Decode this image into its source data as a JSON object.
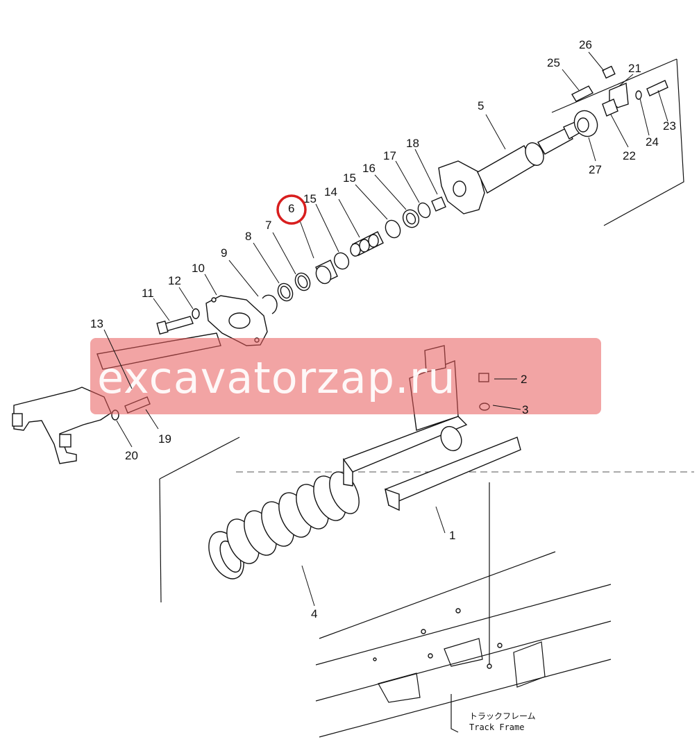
{
  "diagram": {
    "callouts": [
      {
        "id": "1",
        "label": "1"
      },
      {
        "id": "2",
        "label": "2"
      },
      {
        "id": "3",
        "label": "3"
      },
      {
        "id": "4",
        "label": "4"
      },
      {
        "id": "5",
        "label": "5"
      },
      {
        "id": "6",
        "label": "6",
        "highlighted": true
      },
      {
        "id": "7",
        "label": "7"
      },
      {
        "id": "8",
        "label": "8"
      },
      {
        "id": "9",
        "label": "9"
      },
      {
        "id": "10",
        "label": "10"
      },
      {
        "id": "11",
        "label": "11"
      },
      {
        "id": "12",
        "label": "12"
      },
      {
        "id": "13",
        "label": "13"
      },
      {
        "id": "14",
        "label": "14"
      },
      {
        "id": "15a",
        "label": "15"
      },
      {
        "id": "15b",
        "label": "15"
      },
      {
        "id": "16",
        "label": "16"
      },
      {
        "id": "17",
        "label": "17"
      },
      {
        "id": "18",
        "label": "18"
      },
      {
        "id": "19",
        "label": "19"
      },
      {
        "id": "20",
        "label": "20"
      },
      {
        "id": "21",
        "label": "21"
      },
      {
        "id": "22",
        "label": "22"
      },
      {
        "id": "23",
        "label": "23"
      },
      {
        "id": "24",
        "label": "24"
      },
      {
        "id": "25",
        "label": "25"
      },
      {
        "id": "26",
        "label": "26"
      },
      {
        "id": "27",
        "label": "27"
      }
    ],
    "track_frame_jp": "トラックフレーム",
    "track_frame_en": "Track Frame",
    "highlight_color": "#d81e1e"
  },
  "watermark": {
    "text": "excavatorzap.ru",
    "color": "#e85a5a"
  }
}
